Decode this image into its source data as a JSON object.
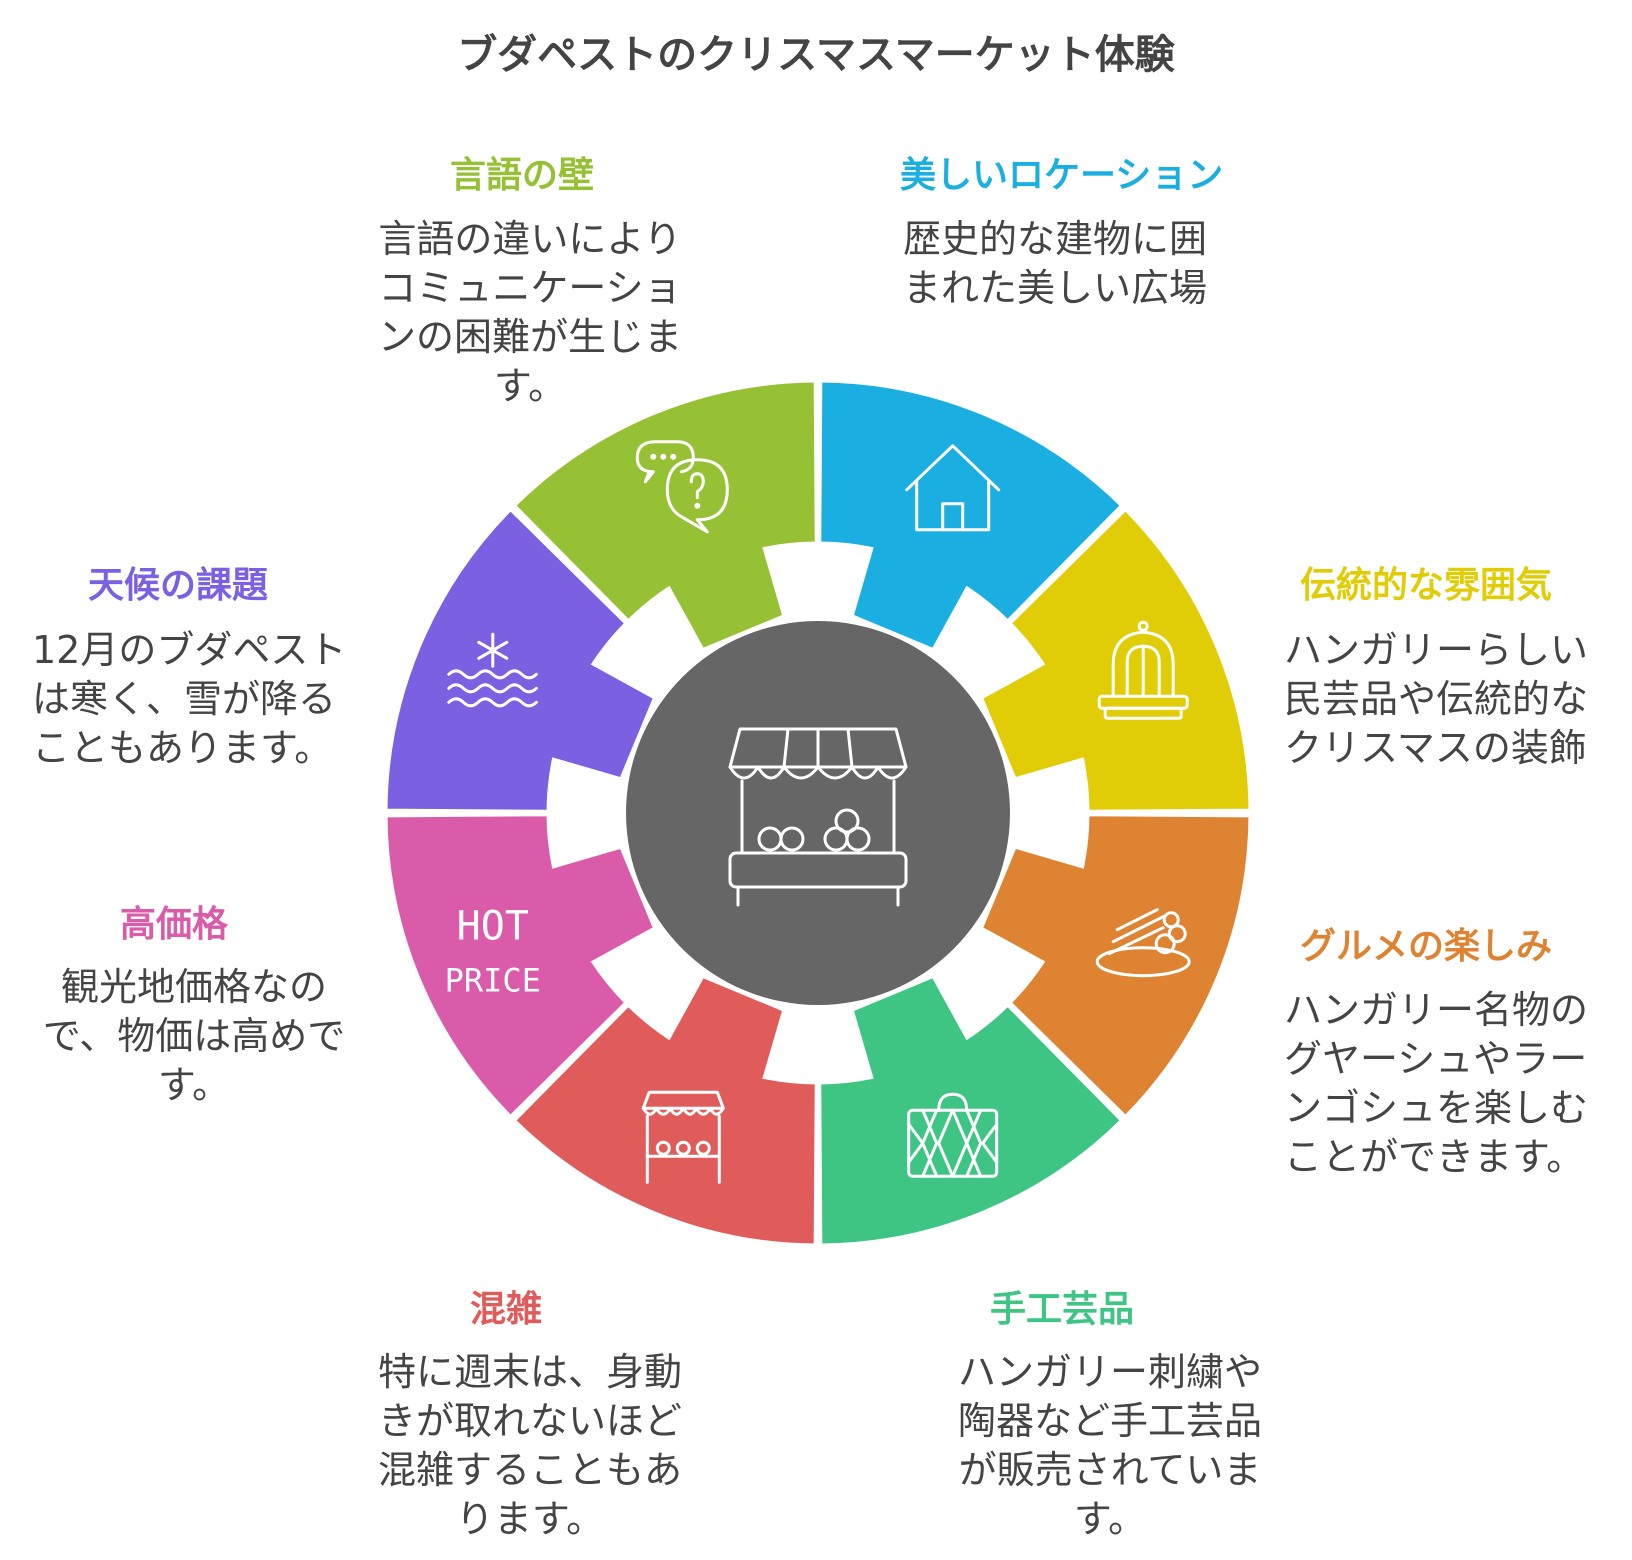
{
  "title": "ブダペストのクリスマスマーケット体験",
  "center_icon": "market-stall-icon",
  "segments": [
    {
      "id": "location",
      "label": "美しいロケーション",
      "description": "歴史的な建物に囲\nまれた美しい広場",
      "color": "#1AAFE0",
      "icon": "house-icon"
    },
    {
      "id": "atmosphere",
      "label": "伝統的な雰囲気",
      "description": "ハンガリーらしい\n民芸品や伝統的な\nクリスマスの装飾",
      "color": "#E0CD08",
      "icon": "building-icon"
    },
    {
      "id": "gourmet",
      "label": "グルメの楽しみ",
      "description": "ハンガリー名物の\nグヤーシュやラー\nンゴシュを楽しむ\nことができます。",
      "color": "#DE8331",
      "icon": "food-plate-icon"
    },
    {
      "id": "crafts",
      "label": "手工芸品",
      "description": "ハンガリー刺繍や\n陶器など手工芸品\nが販売されていま\nす。",
      "color": "#3EC583",
      "icon": "bag-icon"
    },
    {
      "id": "crowd",
      "label": "混雑",
      "description": "特に週末は、身動\nきが取れないほど\n混雑することもあ\nります。",
      "color": "#E05C5A",
      "icon": "stall-icon"
    },
    {
      "id": "price",
      "label": "高価格",
      "description": "観光地価格なの\nで、物価は高めで\nす。",
      "color": "#DA5BA9",
      "icon": "hot-price-icon",
      "icon_text": [
        "HOT",
        "PRICE"
      ]
    },
    {
      "id": "weather",
      "label": "天候の課題",
      "description": "12月のブダペスト\nは寒く、雪が降る\nこともあります。",
      "color": "#7B60E2",
      "icon": "snow-wave-icon"
    },
    {
      "id": "language",
      "label": "言語の壁",
      "description": "言語の違いにより\nコミュニケーショ\nンの困難が生じま\nす。",
      "color": "#96C134",
      "icon": "chat-bubbles-icon"
    }
  ]
}
